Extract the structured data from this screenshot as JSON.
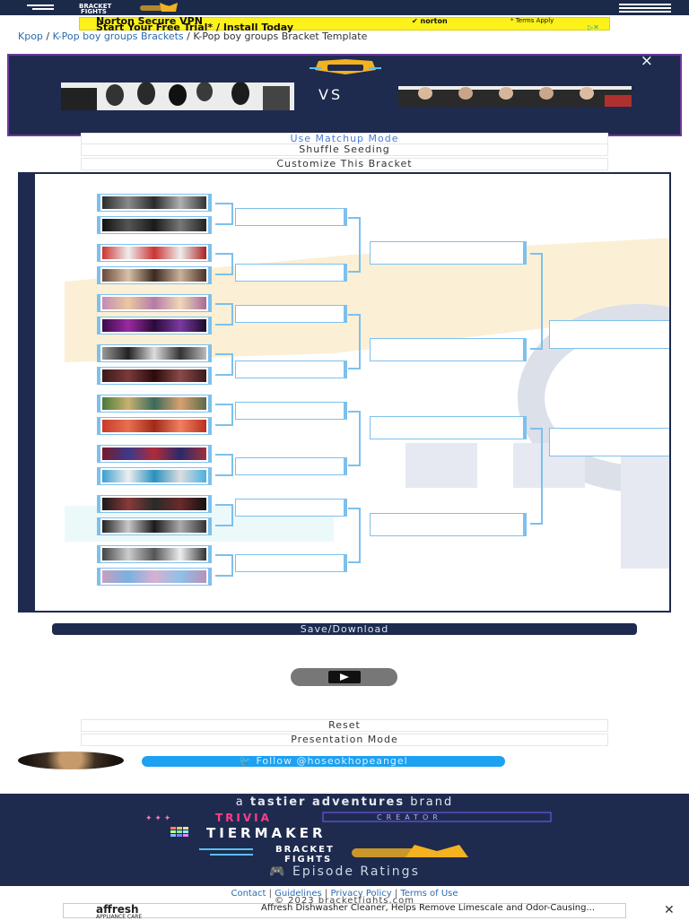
{
  "header": {
    "logo_text": "BRACKET FIGHTS",
    "menu_icon": "hamburger-icon"
  },
  "ad_top": {
    "line1": "Norton Secure VPN",
    "line2": "Start Your Free Trial* / Install Today",
    "brand": "norton",
    "terms": "* Terms Apply"
  },
  "breadcrumb": {
    "item1": "Kpop",
    "sep1": " / ",
    "item2": "K-Pop boy groups Brackets",
    "sep2": " / ",
    "current": "K-Pop boy groups Bracket Template"
  },
  "modal": {
    "vs_label": "VS",
    "close_label": "×"
  },
  "menu": {
    "matchup_mode": "Use Matchup Mode",
    "shuffle": "Shuffle Seeding",
    "customize": "Customize This Bracket"
  },
  "actions": {
    "save": "Save/Download",
    "reset": "Reset",
    "presentation": "Presentation Mode"
  },
  "social": {
    "follow": "Follow @hoseokhopeangel"
  },
  "footer": {
    "brand_prefix": "a",
    "brand_name": "tastier adventures",
    "brand_suffix": "brand",
    "trivia": "TRIVIA CREATOR",
    "tiermaker": "TIERMAKER",
    "bracketfights": "BRACKET FIGHTS",
    "episode": "Episode Ratings",
    "links": [
      "Contact",
      "Guidelines",
      "Privacy Policy",
      "Terms of Use"
    ],
    "copyright": "© 2023 bracketfights.com"
  },
  "ad_bottom": {
    "brand": "affresh",
    "sub": "APPLIANCE CARE",
    "text": "Affresh Dishwasher Cleaner, Helps Remove Limescale and Odor-Causing..."
  },
  "colors": {
    "navy": "#1e2b4f",
    "slot_blue": "#7ec0ec",
    "twitter": "#1da1f2",
    "ad_yellow": "#fcf21a"
  }
}
